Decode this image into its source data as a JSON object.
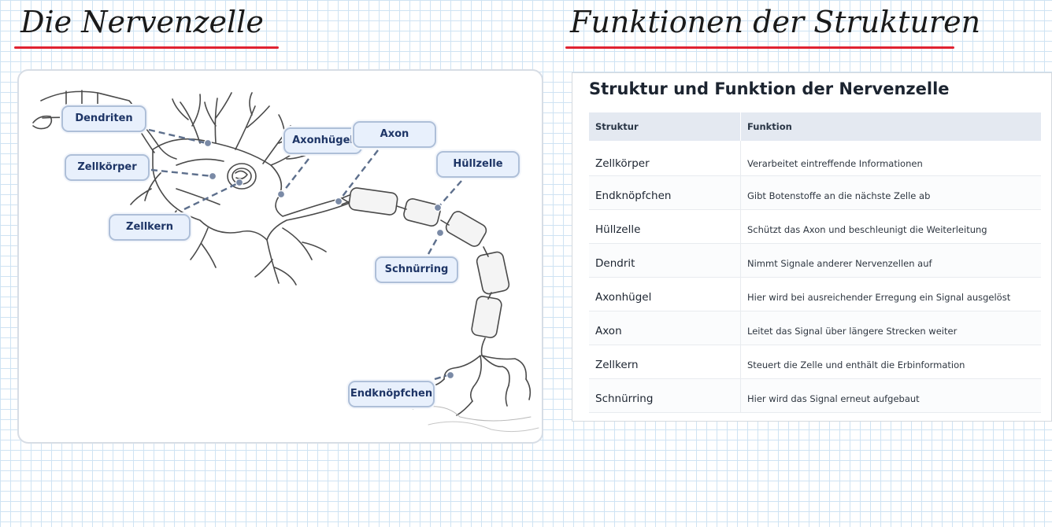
{
  "left_heading": "Die Nervenzelle",
  "right_heading": "Funktionen der Strukturen",
  "diagram": {
    "labels": {
      "dendriten": "Dendriten",
      "zellkoerper": "Zellkörper",
      "zellkern": "Zellkern",
      "axonhuegel": "Axonhügel",
      "axon": "Axon",
      "huellzelle": "Hüllzelle",
      "schnuerring": "Schnürring",
      "endknoepfchen": "Endknöpfchen"
    }
  },
  "table": {
    "title": "Struktur und Funktion der Nervenzelle",
    "headers": [
      "Struktur",
      "Funktion"
    ],
    "rows": [
      {
        "struktur": "Zellkörper",
        "funktion": "Verarbeitet eintreffende Informationen"
      },
      {
        "struktur": "Endknöpfchen",
        "funktion": "Gibt Botenstoffe an die nächste Zelle ab"
      },
      {
        "struktur": "Hüllzelle",
        "funktion": "Schützt das Axon und beschleunigt die Weiterleitung"
      },
      {
        "struktur": "Dendrit",
        "funktion": "Nimmt Signale anderer Nervenzellen auf"
      },
      {
        "struktur": "Axonhügel",
        "funktion": "Hier wird bei ausreichender Erregung ein Signal ausgelöst"
      },
      {
        "struktur": "Axon",
        "funktion": "Leitet das Signal über längere Strecken weiter"
      },
      {
        "struktur": "Zellkern",
        "funktion": "Steuert die Zelle und enthält die Erbinformation"
      },
      {
        "struktur": "Schnürring",
        "funktion": "Hier wird das Signal erneut aufgebaut"
      }
    ]
  },
  "colors": {
    "underline": "#e02332",
    "label_fill": "#e8f0fc",
    "label_border": "#aebfd8",
    "label_text": "#1e3566",
    "leader_line": "#5d6f8c"
  }
}
